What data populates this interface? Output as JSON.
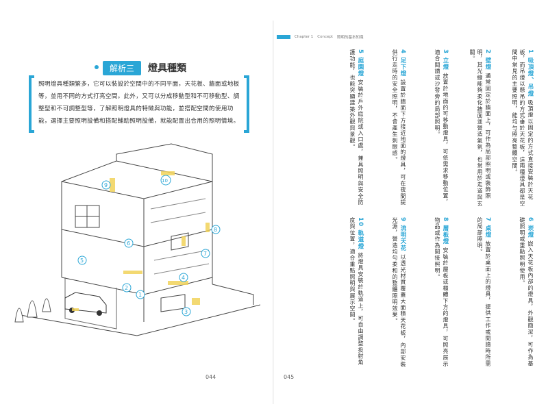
{
  "left_page": {
    "title_label": "解析三",
    "title_text": "燈具種類",
    "intro": "照明燈具種類繁多，它可以裝設於空間中的不同平面，天花板、牆面或地板等，並用不同的方式打亮空間。此外，又可以分成移動型和不可移動型、調整型和不可調整型等，了解照明燈具的特徵與功能，並搭配空間的使用功能，選擇主要照明設備和搭配輔助照明設備，就能配置出合用的照明情境。",
    "page_number": "044",
    "markers": [
      "1",
      "2",
      "3",
      "4",
      "5",
      "6",
      "7",
      "8",
      "9",
      "10"
    ]
  },
  "right_page": {
    "chapter": "Chapter 1",
    "chapter_sub": "Concept",
    "chapter_tail": "照明的基本知識",
    "page_number": "045",
    "sections": [
      {
        "head": "1 吸頂燈、吊燈",
        "body": "吸頂燈以固定的方式直接安裝於天花板，而吊燈以懸吊的方式垂於天花板，這兩種燈具都是空間中常見的主要照明，能均勻照亮整體空間。"
      },
      {
        "head": "2 壁燈",
        "body": "通常固定於牆面上，可作為局部照明或裝飾照明，其光線能夠柔化牆面並營造氣氛，也常用於走道與玄關。"
      },
      {
        "head": "3 立燈",
        "body": "放置於地面的可移動燈具，可依需求移動位置，適合閱讀或沙發旁的局部照明。"
      },
      {
        "head": "4 足下燈",
        "body": "設置於牆面下方接近地面的燈具，可在夜間提供行走時的安全照明，不會產生刺眼感。"
      },
      {
        "head": "5 庭園燈",
        "body": "安裝於戶外庭院或入口處，兼具照明與安全防護功能，也能突顯建築外觀與景觀。"
      },
      {
        "head": "6 崁燈",
        "body": "嵌入天花板內部的燈具，外觀簡潔，可作為基礎照明或重點照明使用。"
      },
      {
        "head": "7 桌燈",
        "body": "放置於桌面上的燈具，提供工作或閱讀時所需的局部照明。"
      },
      {
        "head": "8 層板燈",
        "body": "安裝於層板或櫃體下方的燈具，可照亮展示物品或作為間接照明。"
      },
      {
        "head": "9 流明天花",
        "body": "以透光材質覆蓋大面積天花板，內部安裝光源，營造均勻柔和的整體照明效果。"
      },
      {
        "head": "10 軌道燈",
        "body": "將燈具安裝於軌道上，可自由調整投射角度與位置，適合重點照明與展示空間。"
      }
    ]
  },
  "colors": {
    "accent": "#2aa6d6",
    "light": "#f2d35a"
  }
}
